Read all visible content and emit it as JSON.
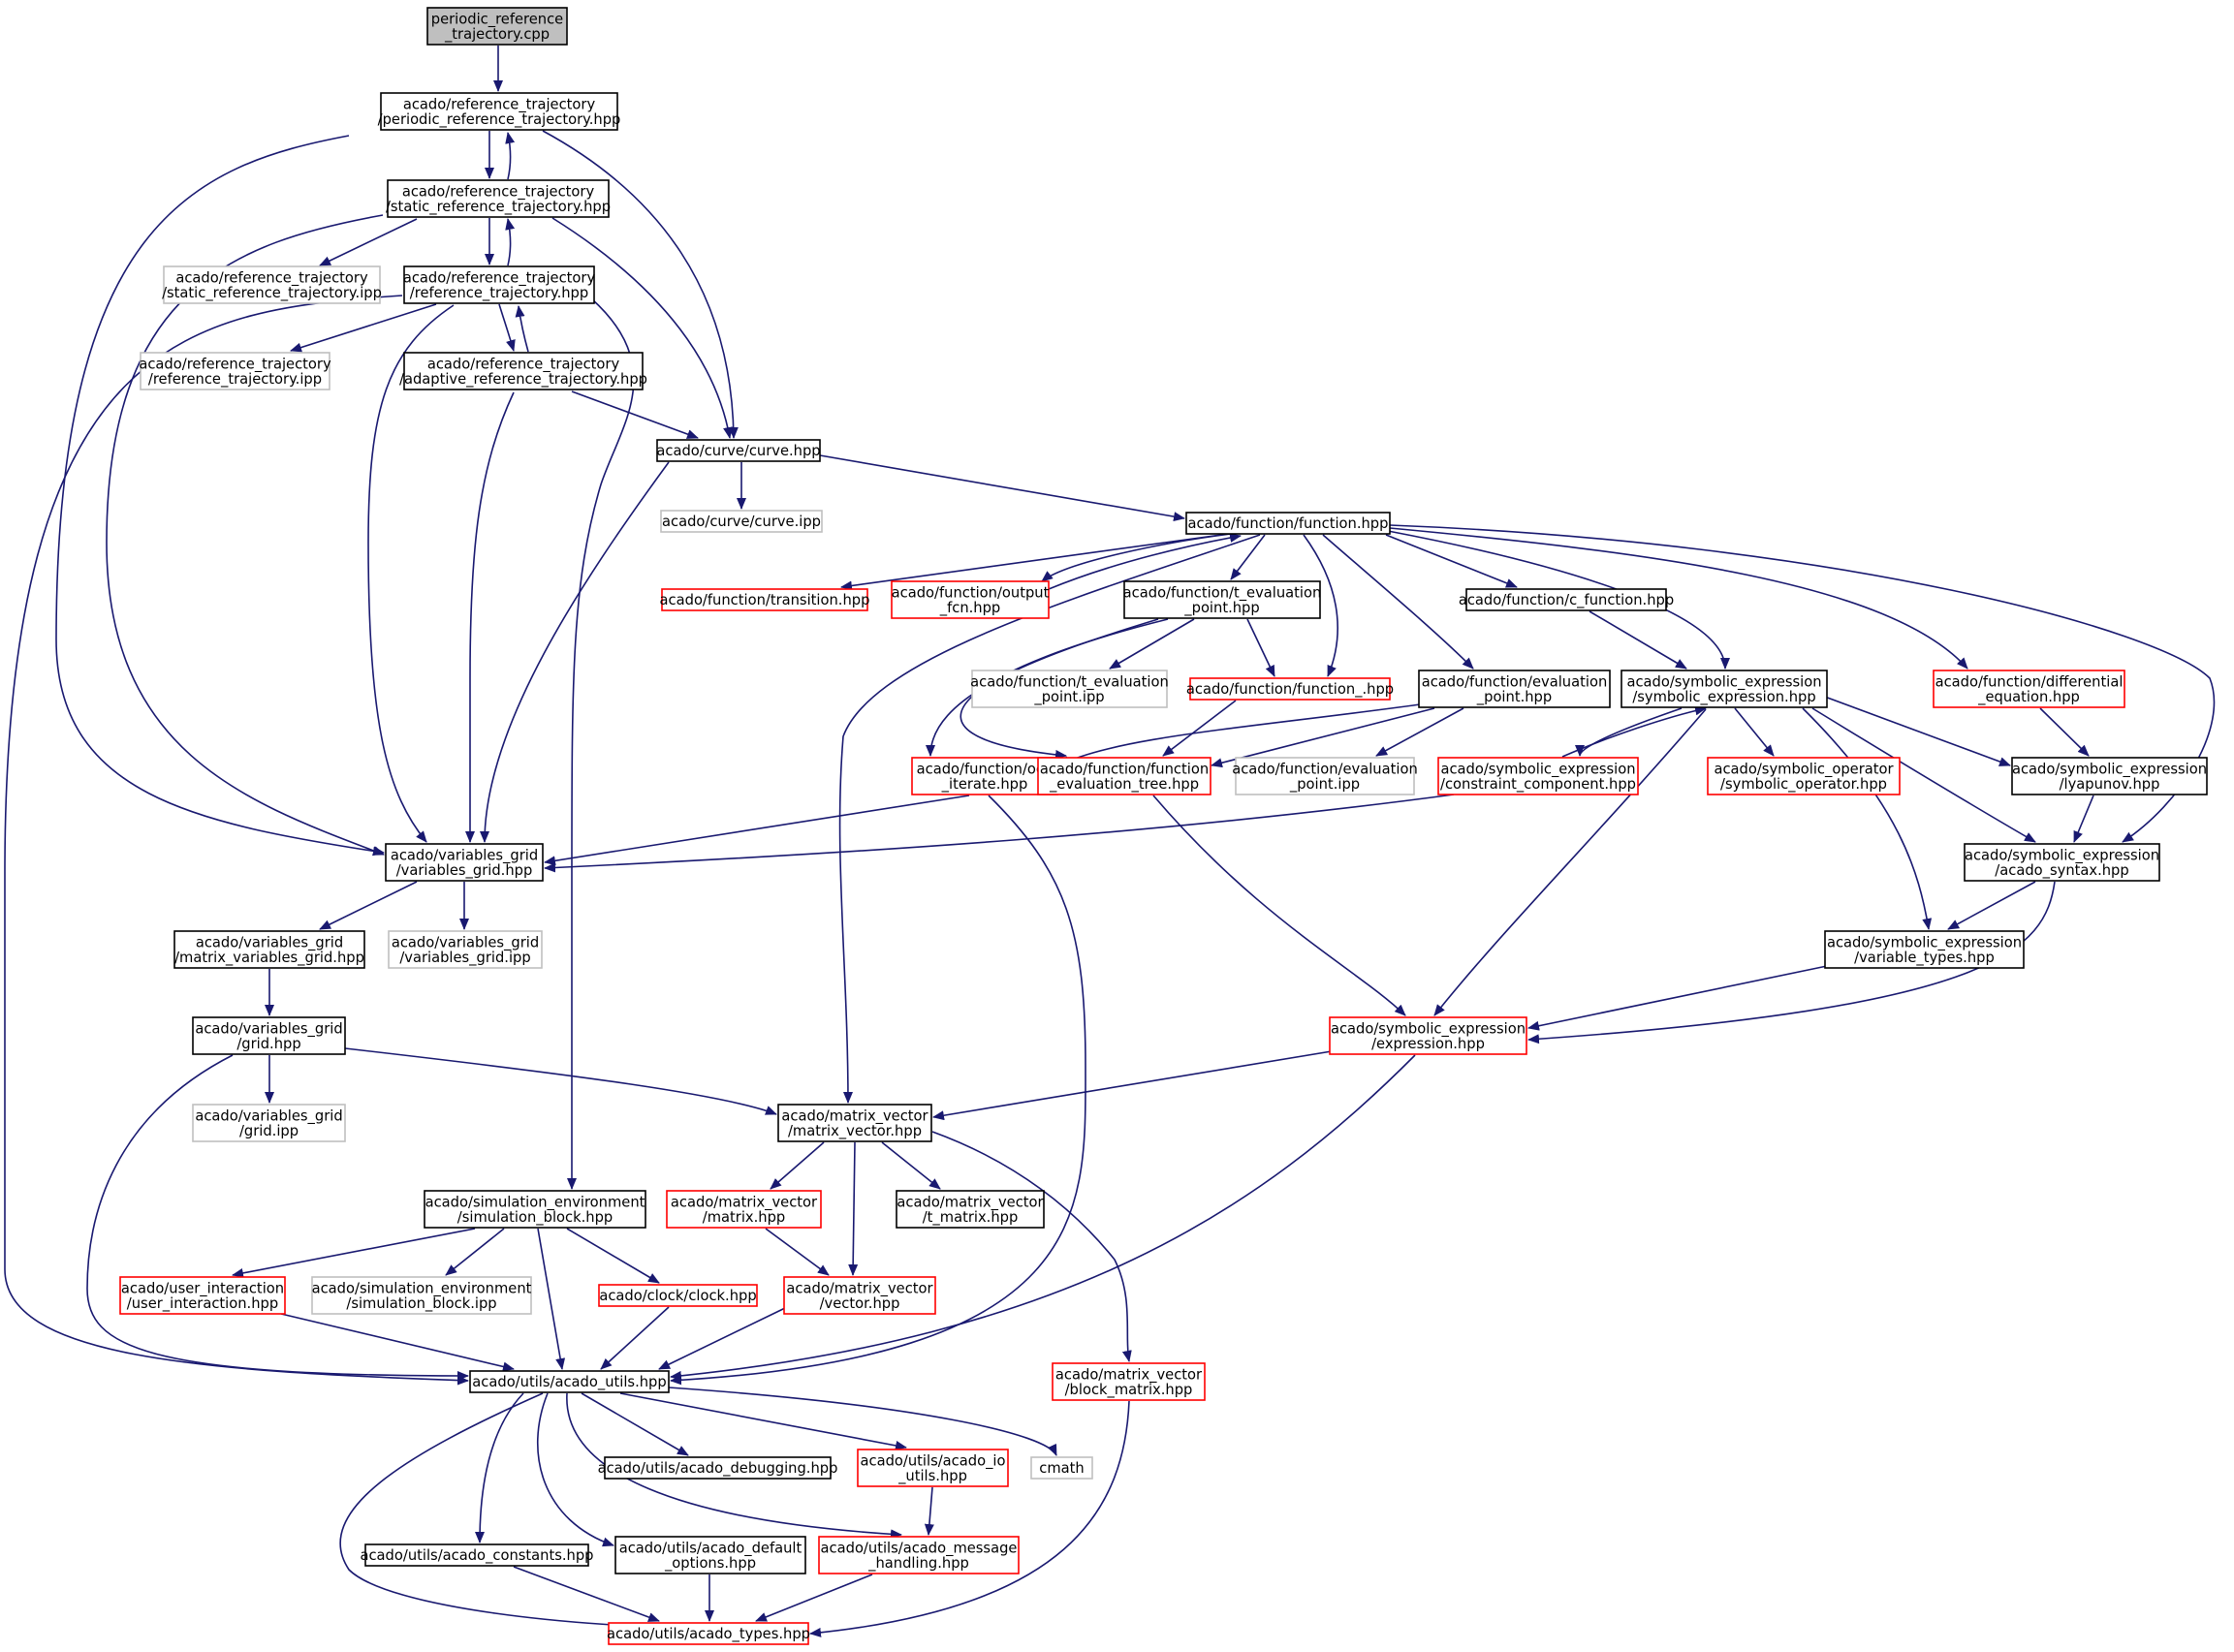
{
  "colors": {
    "edge": "#191970",
    "node_border_default": "#000000",
    "node_border_red": "#ff0000",
    "node_border_gray": "#bfbfbf",
    "root_fill": "#bfbfbf",
    "node_fill": "#ffffff"
  },
  "nodes": [
    {
      "id": "n0",
      "lines": [
        "periodic_reference",
        "_trajectory.cpp"
      ],
      "style": "root"
    },
    {
      "id": "n1",
      "lines": [
        "acado/reference_trajectory",
        "/periodic_reference_trajectory.hpp"
      ],
      "style": "black"
    },
    {
      "id": "n2",
      "lines": [
        "acado/reference_trajectory",
        "/static_reference_trajectory.hpp"
      ],
      "style": "black"
    },
    {
      "id": "n3",
      "lines": [
        "acado/reference_trajectory",
        "/static_reference_trajectory.ipp"
      ],
      "style": "gray"
    },
    {
      "id": "n4",
      "lines": [
        "acado/reference_trajectory",
        "/reference_trajectory.hpp"
      ],
      "style": "black"
    },
    {
      "id": "n5",
      "lines": [
        "acado/reference_trajectory",
        "/reference_trajectory.ipp"
      ],
      "style": "gray"
    },
    {
      "id": "n6",
      "lines": [
        "acado/reference_trajectory",
        "/adaptive_reference_trajectory.hpp"
      ],
      "style": "black"
    },
    {
      "id": "n7",
      "lines": [
        "acado/curve/curve.hpp"
      ],
      "style": "black"
    },
    {
      "id": "n8",
      "lines": [
        "acado/curve/curve.ipp"
      ],
      "style": "gray"
    },
    {
      "id": "n9",
      "lines": [
        "acado/function/function.hpp"
      ],
      "style": "black"
    },
    {
      "id": "n10",
      "lines": [
        "acado/function/transition.hpp"
      ],
      "style": "red"
    },
    {
      "id": "n11",
      "lines": [
        "acado/function/output",
        "_fcn.hpp"
      ],
      "style": "red"
    },
    {
      "id": "n12",
      "lines": [
        "acado/function/t_evaluation",
        "_point.hpp"
      ],
      "style": "black"
    },
    {
      "id": "n13",
      "lines": [
        "acado/function/c_function.hpp"
      ],
      "style": "black"
    },
    {
      "id": "n14",
      "lines": [
        "acado/function/t_evaluation",
        "_point.ipp"
      ],
      "style": "gray"
    },
    {
      "id": "n15",
      "lines": [
        "acado/function/function_.hpp"
      ],
      "style": "red"
    },
    {
      "id": "n16",
      "lines": [
        "acado/function/evaluation",
        "_point.hpp"
      ],
      "style": "black"
    },
    {
      "id": "n17",
      "lines": [
        "acado/symbolic_expression",
        "/symbolic_expression.hpp"
      ],
      "style": "black"
    },
    {
      "id": "n18",
      "lines": [
        "acado/function/differential",
        "_equation.hpp"
      ],
      "style": "red"
    },
    {
      "id": "n19",
      "lines": [
        "acado/function/ocp",
        "_iterate.hpp"
      ],
      "style": "red"
    },
    {
      "id": "n20",
      "lines": [
        "acado/function/function",
        "_evaluation_tree.hpp"
      ],
      "style": "red"
    },
    {
      "id": "n21",
      "lines": [
        "acado/function/evaluation",
        "_point.ipp"
      ],
      "style": "gray"
    },
    {
      "id": "n22",
      "lines": [
        "acado/symbolic_expression",
        "/constraint_component.hpp"
      ],
      "style": "red"
    },
    {
      "id": "n23",
      "lines": [
        "acado/symbolic_operator",
        "/symbolic_operator.hpp"
      ],
      "style": "red"
    },
    {
      "id": "n24",
      "lines": [
        "acado/symbolic_expression",
        "/lyapunov.hpp"
      ],
      "style": "black"
    },
    {
      "id": "n25",
      "lines": [
        "acado/variables_grid",
        "/variables_grid.hpp"
      ],
      "style": "black"
    },
    {
      "id": "n26",
      "lines": [
        "acado/symbolic_expression",
        "/acado_syntax.hpp"
      ],
      "style": "black"
    },
    {
      "id": "n27",
      "lines": [
        "acado/variables_grid",
        "/matrix_variables_grid.hpp"
      ],
      "style": "black"
    },
    {
      "id": "n28",
      "lines": [
        "acado/variables_grid",
        "/variables_grid.ipp"
      ],
      "style": "gray"
    },
    {
      "id": "n29",
      "lines": [
        "acado/symbolic_expression",
        "/variable_types.hpp"
      ],
      "style": "black"
    },
    {
      "id": "n30",
      "lines": [
        "acado/variables_grid",
        "/grid.hpp"
      ],
      "style": "black"
    },
    {
      "id": "n31",
      "lines": [
        "acado/symbolic_expression",
        "/expression.hpp"
      ],
      "style": "red"
    },
    {
      "id": "n32",
      "lines": [
        "acado/variables_grid",
        "/grid.ipp"
      ],
      "style": "gray"
    },
    {
      "id": "n33",
      "lines": [
        "acado/matrix_vector",
        "/matrix_vector.hpp"
      ],
      "style": "black"
    },
    {
      "id": "n34",
      "lines": [
        "acado/simulation_environment",
        "/simulation_block.hpp"
      ],
      "style": "black"
    },
    {
      "id": "n35",
      "lines": [
        "acado/matrix_vector",
        "/matrix.hpp"
      ],
      "style": "red"
    },
    {
      "id": "n36",
      "lines": [
        "acado/matrix_vector",
        "/t_matrix.hpp"
      ],
      "style": "black"
    },
    {
      "id": "n37",
      "lines": [
        "acado/user_interaction",
        "/user_interaction.hpp"
      ],
      "style": "red"
    },
    {
      "id": "n38",
      "lines": [
        "acado/simulation_environment",
        "/simulation_block.ipp"
      ],
      "style": "gray"
    },
    {
      "id": "n39",
      "lines": [
        "acado/clock/clock.hpp"
      ],
      "style": "red"
    },
    {
      "id": "n40",
      "lines": [
        "acado/matrix_vector",
        "/vector.hpp"
      ],
      "style": "red"
    },
    {
      "id": "n41",
      "lines": [
        "acado/utils/acado_utils.hpp"
      ],
      "style": "black"
    },
    {
      "id": "n42",
      "lines": [
        "acado/matrix_vector",
        "/block_matrix.hpp"
      ],
      "style": "red"
    },
    {
      "id": "n43",
      "lines": [
        "acado/utils/acado_debugging.hpp"
      ],
      "style": "black"
    },
    {
      "id": "n44",
      "lines": [
        "acado/utils/acado_io",
        "_utils.hpp"
      ],
      "style": "red"
    },
    {
      "id": "n45",
      "lines": [
        "cmath"
      ],
      "style": "gray"
    },
    {
      "id": "n46",
      "lines": [
        "acado/utils/acado_constants.hpp"
      ],
      "style": "black"
    },
    {
      "id": "n47",
      "lines": [
        "acado/utils/acado_default",
        "_options.hpp"
      ],
      "style": "black"
    },
    {
      "id": "n48",
      "lines": [
        "acado/utils/acado_message",
        "_handling.hpp"
      ],
      "style": "red"
    },
    {
      "id": "n49",
      "lines": [
        "acado/utils/acado_types.hpp"
      ],
      "style": "red"
    }
  ]
}
